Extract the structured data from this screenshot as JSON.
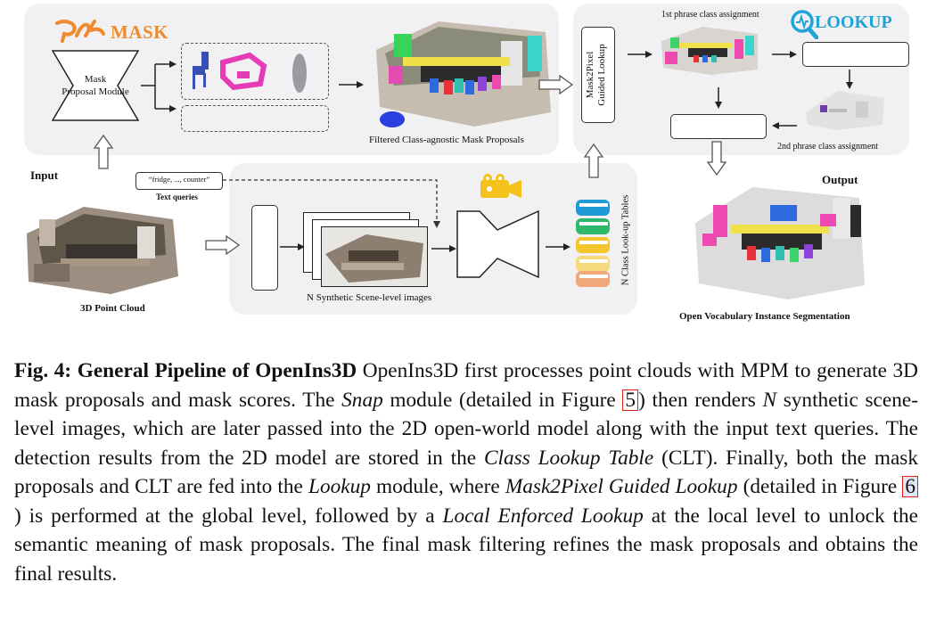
{
  "figure": {
    "mask_brand": "MASK",
    "lookup_brand": "LOOKUP",
    "mask_proposal_module": "Mask\nProposal Module",
    "filtered_label": "Filtered Class-agnostic Mask Proposals",
    "mask2pixel_label": "Mask2Pixel\nGuided Lookup",
    "first_phrase": "1st phrase class assignment",
    "second_phrase": "2nd phrase class assignment",
    "input_label": "Input",
    "text_query": "“fridge, ..., counter”",
    "text_queries_label": "Text queries",
    "point_cloud_label": "3D Point Cloud",
    "synthetic_label": "N Synthetic Scene-level images",
    "clt_label": "N Class Look-up Tables",
    "output_label": "Output",
    "output_caption": "Open Vocabulary Instance Segmentation"
  },
  "caption": {
    "fig_label": "Fig. 4:",
    "title": "General Pipeline of OpenIns3D",
    "t1": " OpenIns3D first processes point clouds with MPM to generate 3D mask proposals and mask scores. The ",
    "snap": "Snap",
    "t2": " module (detailed in Figure ",
    "ref1": "5",
    "t3": ") then renders ",
    "n": "N",
    "t4": " synthetic scene-level images, which are later passed into the 2D open-world model along with the input text queries. The detection results from the 2D model are stored in the ",
    "clt": "Class Lookup Table",
    "t5": " (CLT). Finally, both the mask proposals and CLT are fed into the ",
    "lookup": "Lookup",
    "t6": " module, where ",
    "m2p": "Mask2Pixel Guided Lookup",
    "t7": " (detailed in Figure ",
    "ref2": "6",
    "t8": ") is performed at the global level, followed by a ",
    "lel": "Local Enforced Lookup",
    "t9": " at the local level to unlock the semantic meaning of mask proposals. The final mask filtering refines the mask proposals and obtains the final results."
  },
  "colors": {
    "mask_brand": "#f08a2c",
    "lookup_brand": "#1fa3d8",
    "panel": "#f1f1f3",
    "ref_box": "#dd2222"
  }
}
